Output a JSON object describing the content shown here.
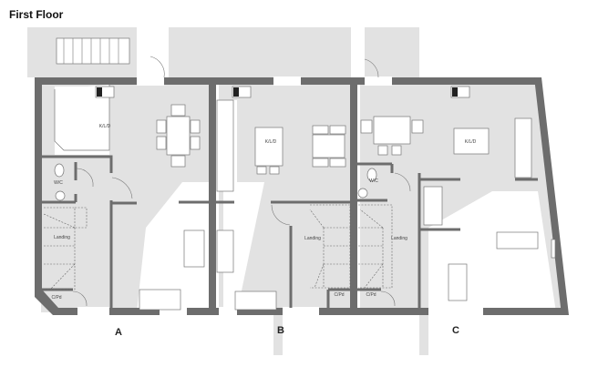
{
  "title": "First Floor",
  "units": [
    {
      "letter": "A",
      "rooms": {
        "kld": "K/L/D",
        "wc": "W/C",
        "landing": "Landing",
        "cpd": "C/Pd"
      }
    },
    {
      "letter": "B",
      "rooms": {
        "kld": "K/L/D",
        "landing": "Landing",
        "cpd": "C/Pd"
      }
    },
    {
      "letter": "C",
      "rooms": {
        "kld": "K/L/D",
        "wc": "W/C",
        "landing": "Landing",
        "cpd": "C/Pd"
      }
    }
  ],
  "colors": {
    "wall": "#6d6d6d",
    "shade": "#e2e2e2"
  }
}
